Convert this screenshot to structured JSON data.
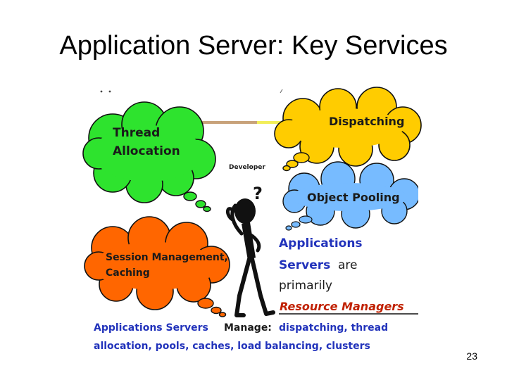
{
  "slide": {
    "title": "Application Server: Key Services",
    "page_number": "23"
  },
  "diagram": {
    "clouds": {
      "thread": [
        "Thread",
        "Allocation"
      ],
      "dispatching": "Dispatching",
      "pooling": "Object Pooling",
      "session": [
        "Session Management,",
        "Caching"
      ]
    },
    "developer_label": "Developer",
    "question_mark": "?",
    "side_text": {
      "line1": "Applications",
      "line2_blue": "Servers",
      "line2_rest": "are",
      "line3": "primarily",
      "line4": "Resource Managers"
    },
    "bottom_text": {
      "line1_blue": "Applications Servers",
      "line1_mid": "Manage:",
      "line1_end": "dispatching, thread",
      "line2": "allocation, pools, caches, load balancing, clusters"
    },
    "colors": {
      "green": "#2ee32e",
      "yellow": "#ffcc00",
      "light_blue": "#77bbff",
      "orange": "#ff6600",
      "text_blue": "#2233bb",
      "resource_red": "#c02000"
    }
  }
}
